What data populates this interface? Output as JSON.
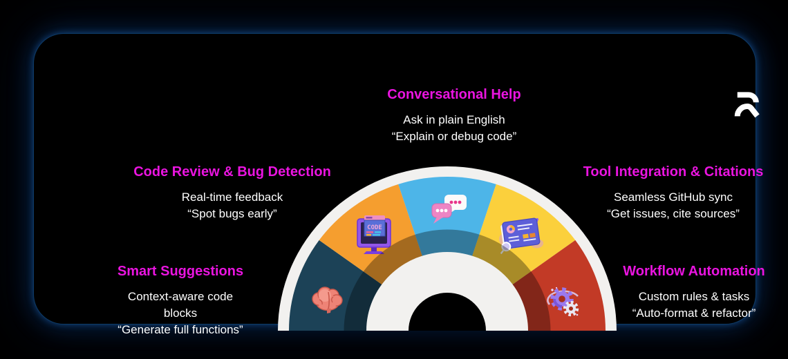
{
  "theme": {
    "background": "#000000",
    "card_background": "#000000",
    "card_glow": "#1256a0",
    "accent_magenta": "#ea14e0",
    "body_text": "#ffffff",
    "ring_white": "#f2f1ef"
  },
  "header": {
    "logo_icon": "brand-r-logo"
  },
  "features": [
    {
      "id": "smart-suggestions",
      "title": "Smart Suggestions",
      "line1": "Context-aware code blocks",
      "line2": "“Generate full functions”",
      "position": "left-lower"
    },
    {
      "id": "code-review",
      "title": "Code Review & Bug Detection",
      "line1": "Real-time feedback",
      "line2": "“Spot bugs early”",
      "position": "left-upper"
    },
    {
      "id": "conversational-help",
      "title": "Conversational Help",
      "line1": "Ask in plain English",
      "line2": "“Explain or debug code”",
      "position": "top-center"
    },
    {
      "id": "tool-integration",
      "title": "Tool Integration & Citations",
      "line1": "Seamless GitHub sync",
      "line2": "“Get issues, cite sources”",
      "position": "right-upper"
    },
    {
      "id": "workflow-automation",
      "title": "Workflow Automation",
      "line1": "Custom rules & tasks",
      "line2": "“Auto-format & refactor”",
      "position": "right-lower"
    }
  ],
  "gauge": {
    "ring_color": "#f2f1ef",
    "segments": [
      {
        "name": "smart-suggestions-segment",
        "color": "#1c4257",
        "icon": "brain-icon"
      },
      {
        "name": "code-review-segment",
        "color": "#f59e2f",
        "icon": "code-monitor-icon",
        "icon_text": "CODE"
      },
      {
        "name": "conversational-help-segment",
        "color": "#4db5e8",
        "icon": "chat-bubbles-icon"
      },
      {
        "name": "tool-integration-segment",
        "color": "#fbd03c",
        "icon": "tablet-hands-icon"
      },
      {
        "name": "workflow-automation-segment",
        "color": "#c23a26",
        "icon": "gears-icon"
      }
    ]
  }
}
